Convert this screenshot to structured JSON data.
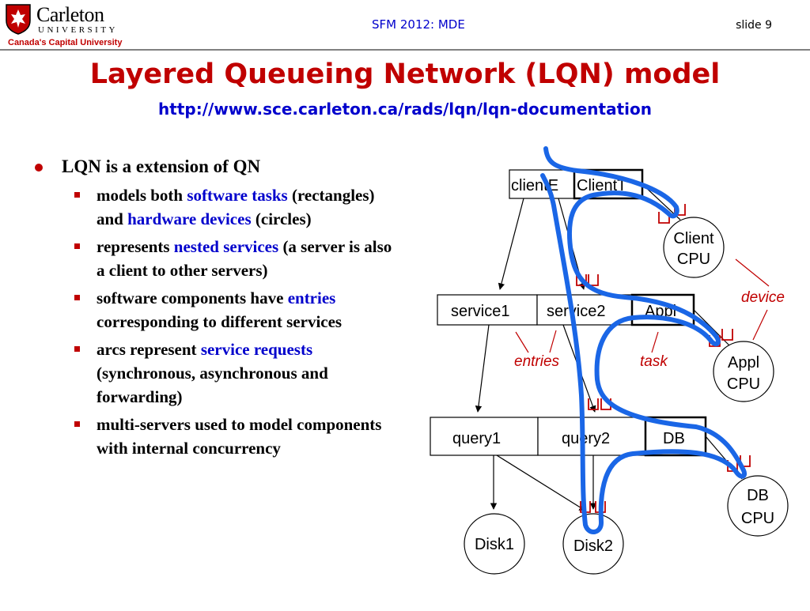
{
  "header": {
    "logo": {
      "name": "Carleton",
      "university": "UNIVERSITY",
      "tagline": "Canada's Capital University"
    },
    "conference": "SFM 2012: MDE",
    "slide": "slide 9"
  },
  "title": "Layered Queueing Network (LQN) model",
  "subtitle": "http://www.sce.carleton.ca/rads/lqn/lqn-documentation",
  "bullets": {
    "main": "LQN is a extension of QN",
    "items": [
      {
        "pre": "models both ",
        "h1": "software tasks",
        "mid": " (rectangles) and ",
        "h2": "hardware devices",
        "post": " (circles)"
      },
      {
        "pre": "represents ",
        "h1": "nested services",
        "post": " (a server is also a client to other servers)"
      },
      {
        "pre": "software components have ",
        "h1": "entries",
        "post": " corresponding to different services"
      },
      {
        "pre": "arcs represent ",
        "h1": "service requests",
        "post": " (synchronous, asynchronous and forwarding)"
      },
      {
        "text": "multi-servers used to model components with internal concurrency"
      }
    ]
  },
  "diagram": {
    "client_entry": "clientE",
    "client_task": "ClientT",
    "client_cpu": [
      "Client",
      "CPU"
    ],
    "service1": "service1",
    "service2": "service2",
    "appl_task": "Appl",
    "appl_cpu": [
      "Appl",
      "CPU"
    ],
    "query1": "query1",
    "query2": "query2",
    "db_task": "DB",
    "db_cpu": [
      "DB",
      "CPU"
    ],
    "disk1": "Disk1",
    "disk2": "Disk2",
    "label_device": "device",
    "label_entries": "entries",
    "label_task": "task"
  },
  "colors": {
    "title": "#c00000",
    "accent": "#0000cc",
    "trace": "#1a66e6",
    "bullet": "#c00000"
  }
}
